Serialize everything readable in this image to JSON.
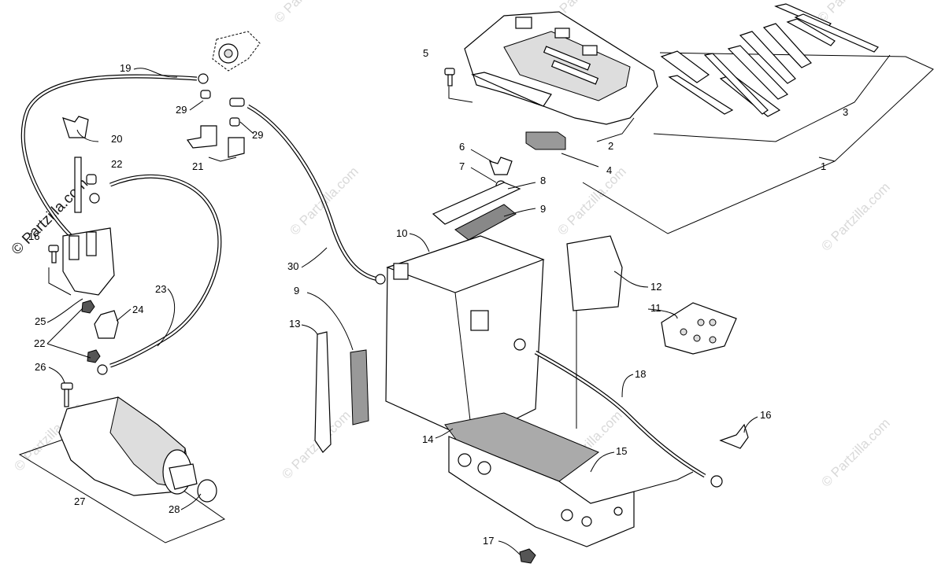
{
  "watermark": {
    "main": "© Partzilla.com",
    "faint": "© Partzilla.com"
  },
  "callouts": {
    "c1": "1",
    "c2": "2",
    "c3": "3",
    "c4": "4",
    "c5": "5",
    "c6": "6",
    "c7": "7",
    "c8": "8",
    "c9a": "9",
    "c9b": "9",
    "c10": "10",
    "c11": "11",
    "c12": "12",
    "c13": "13",
    "c14": "14",
    "c15": "15",
    "c16a": "16",
    "c16b": "16",
    "c17": "17",
    "c18": "18",
    "c19": "19",
    "c20": "20",
    "c21": "21",
    "c22a": "22",
    "c22b": "22",
    "c23": "23",
    "c24": "24",
    "c25": "25",
    "c26": "26",
    "c27": "27",
    "c28": "28",
    "c29a": "29",
    "c29b": "29",
    "c30": "30"
  }
}
